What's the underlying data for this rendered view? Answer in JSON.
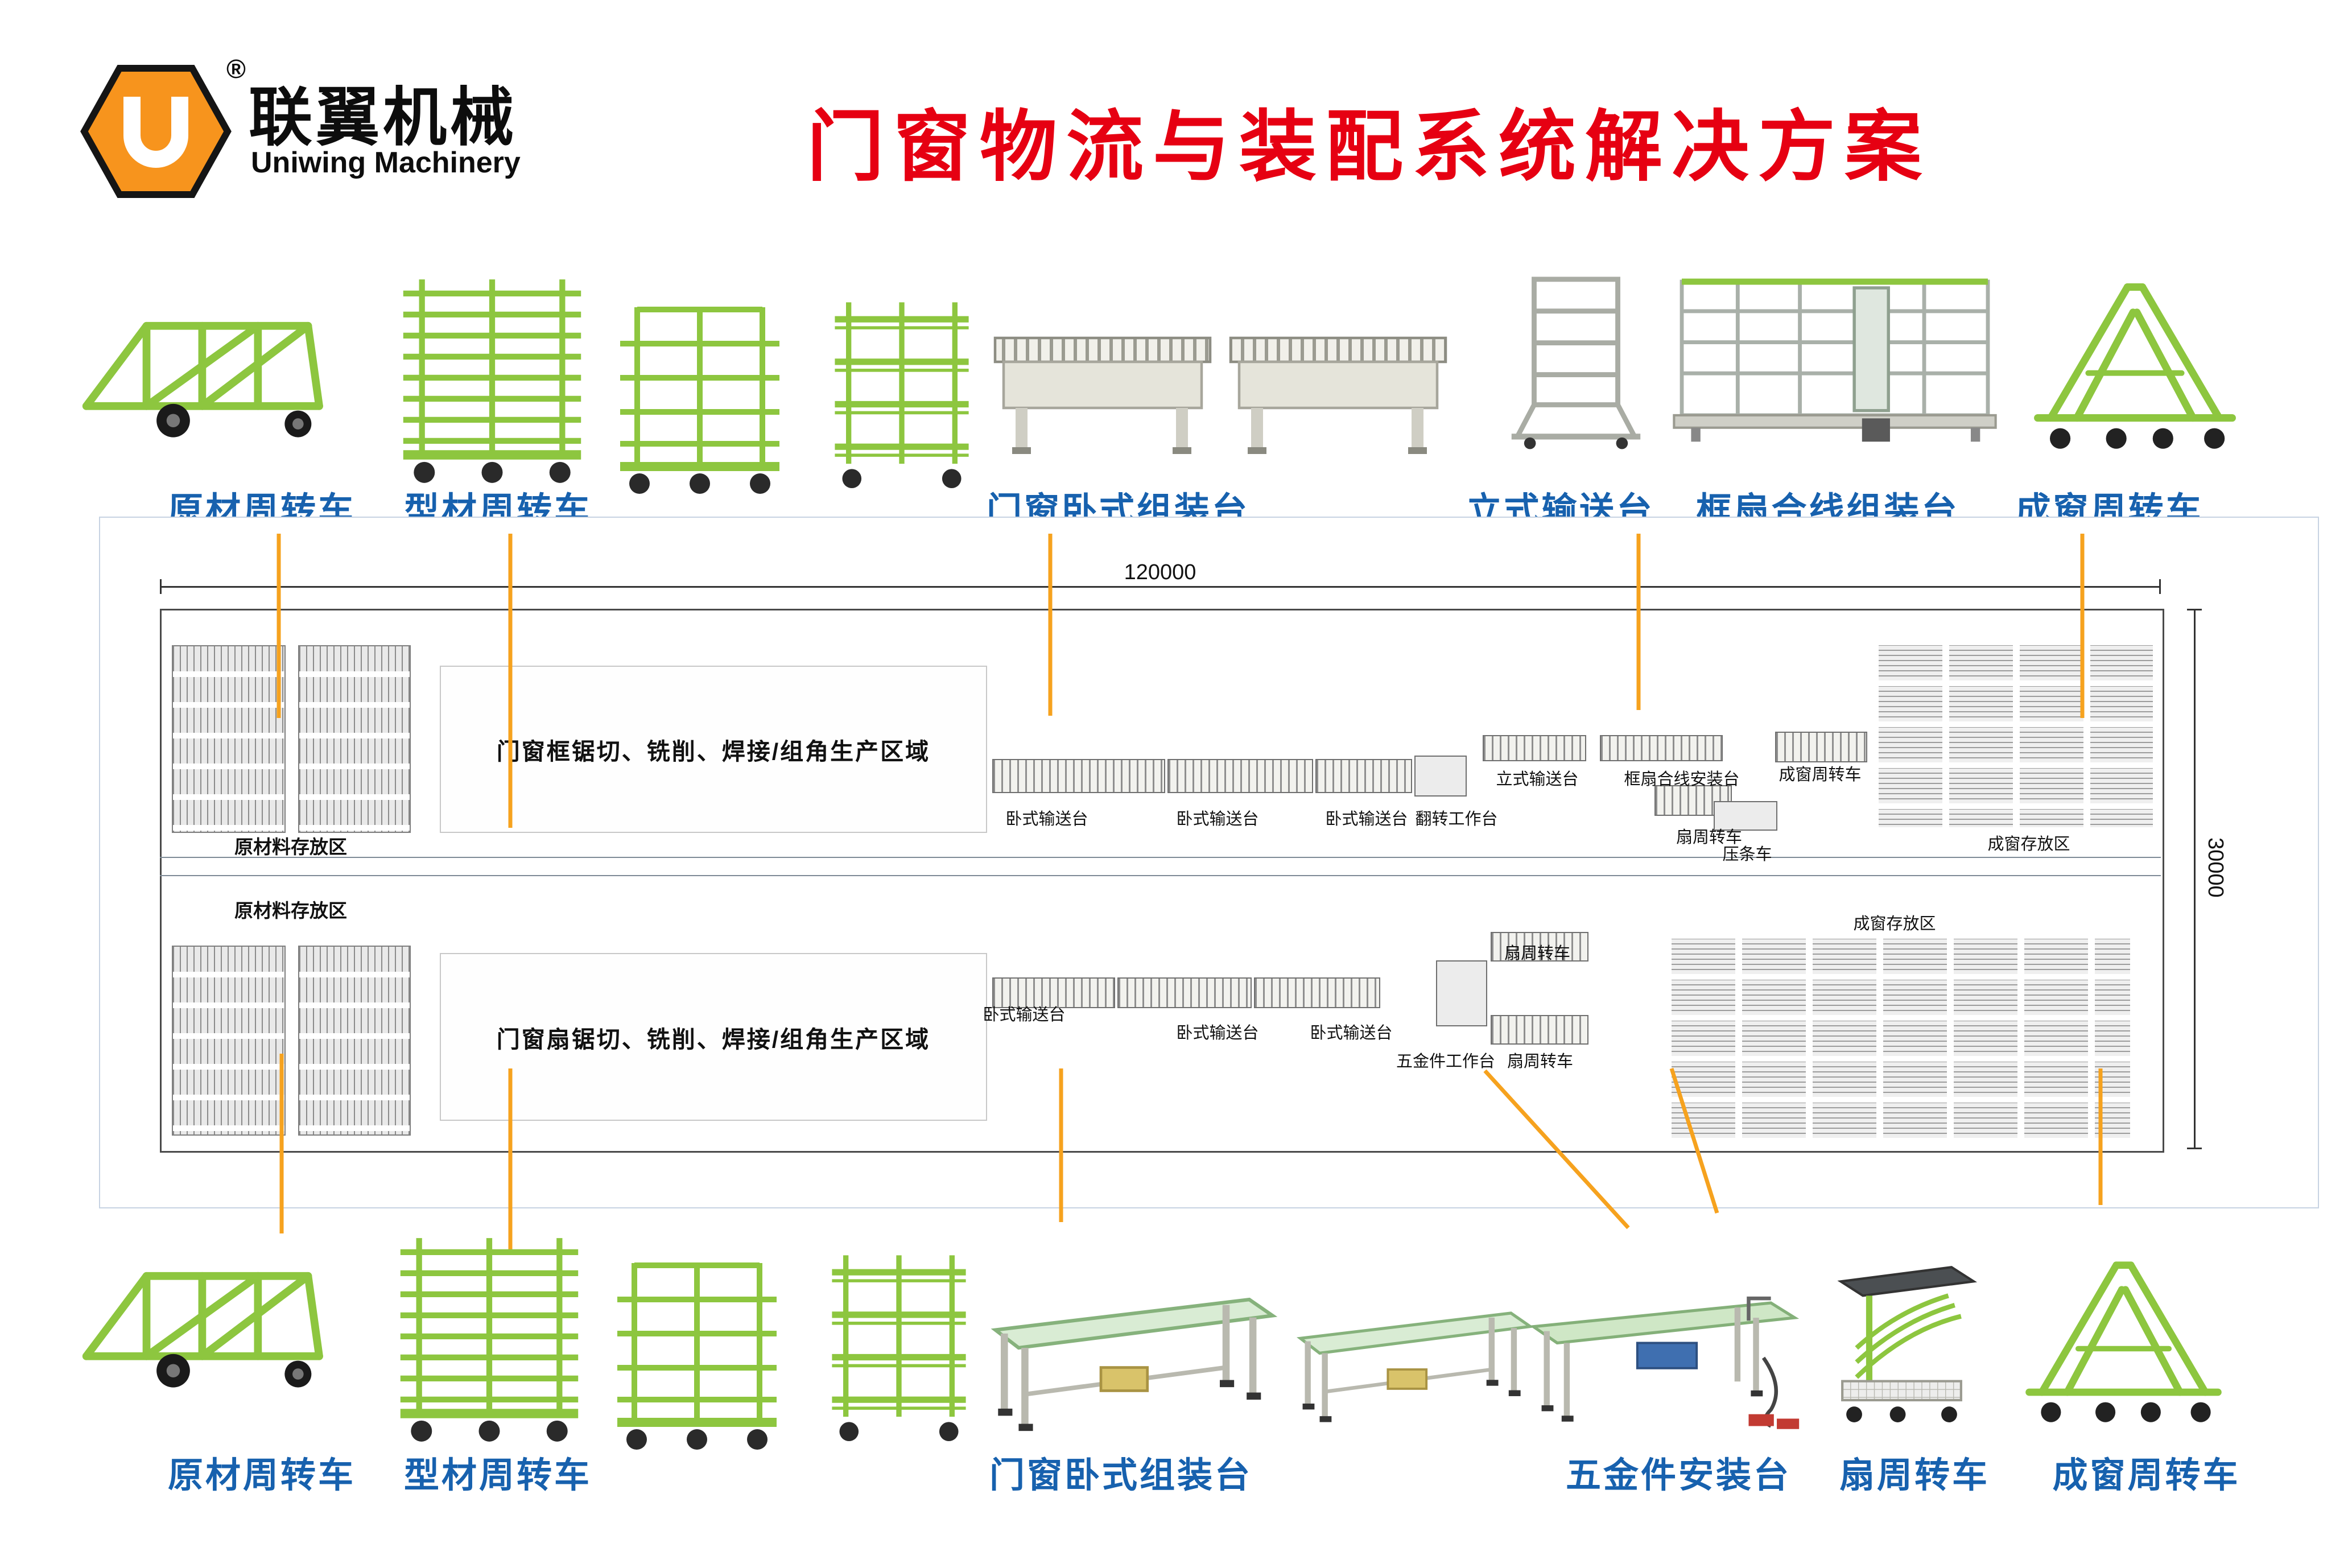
{
  "brand": {
    "name": "联翼机械",
    "subtitle": "Uniwing Machinery",
    "registered": "®"
  },
  "title": "门窗物流与装配系统解决方案",
  "colors": {
    "accent_orange": "#F7941D",
    "title_red": "#E60012",
    "label_blue": "#1761AE",
    "equipment_green": "#8DC63F"
  },
  "top_row": {
    "labels": [
      "原材周转车",
      "型材周转车",
      "门窗卧式组装台",
      "立式输送台",
      "框扇合线组装台",
      "成窗周转车"
    ]
  },
  "bottom_row": {
    "labels": [
      "原材周转车",
      "型材周转车",
      "门窗卧式组装台",
      "五金件安装台",
      "扇周转车",
      "成窗周转车"
    ]
  },
  "floor_plan": {
    "width_dim": "120000",
    "height_dim": "30000",
    "top_zone": {
      "storage_label": "原材料存放区",
      "production_label": "门窗框锯切、铣削、焊接/组角生产区域",
      "line_labels": [
        "卧式输送台",
        "卧式输送台",
        "卧式输送台",
        "翻转工作台",
        "立式输送台",
        "框扇合线安装台",
        "扇周转车",
        "压条车",
        "成窗周转车"
      ],
      "finished_label": "成窗存放区"
    },
    "bottom_zone": {
      "storage_label": "原材料存放区",
      "production_label": "门窗扇锯切、铣削、焊接/组角生产区域",
      "line_labels": [
        "卧式输送台",
        "卧式输送台",
        "卧式输送台",
        "五金件工作台",
        "扇周转车",
        "扇周转车"
      ],
      "finished_label": "成窗存放区"
    }
  }
}
